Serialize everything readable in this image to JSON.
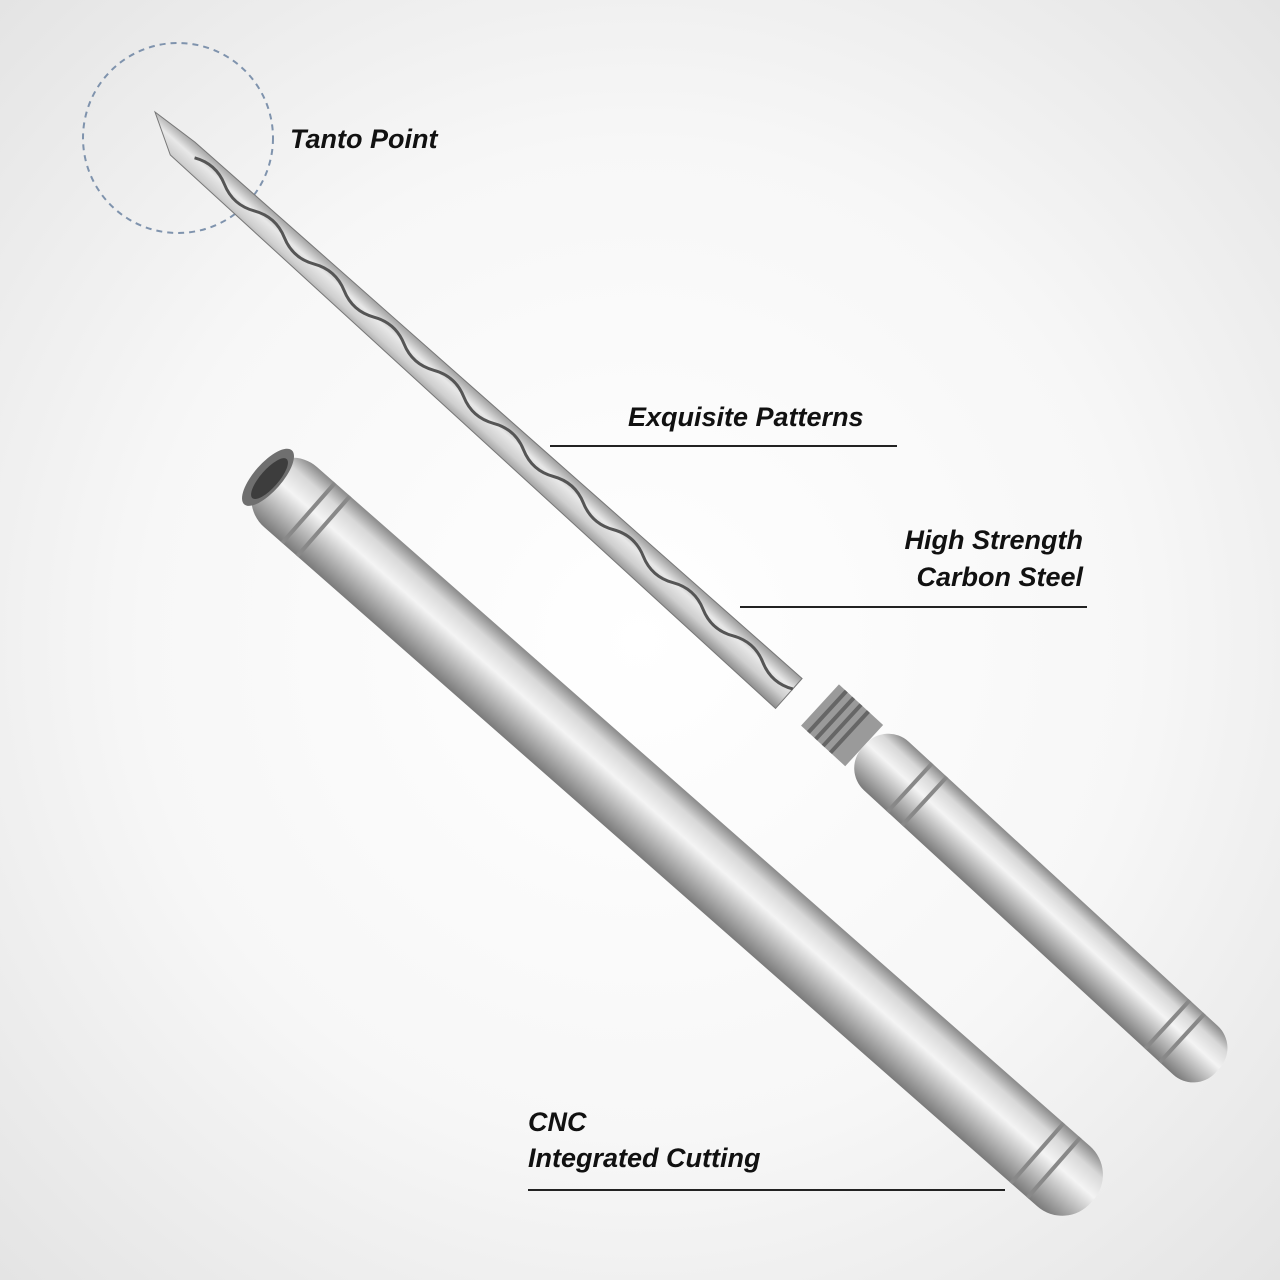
{
  "callouts": {
    "tanto_point": "Tanto Point",
    "patterns": "Exquisite Patterns",
    "steel_line1": "High Strength",
    "steel_line2": "Carbon Steel",
    "cnc_line1": "CNC",
    "cnc_line2": "Integrated Cutting"
  },
  "colors": {
    "accent_circle": "#7f93ad",
    "text": "#111111"
  }
}
